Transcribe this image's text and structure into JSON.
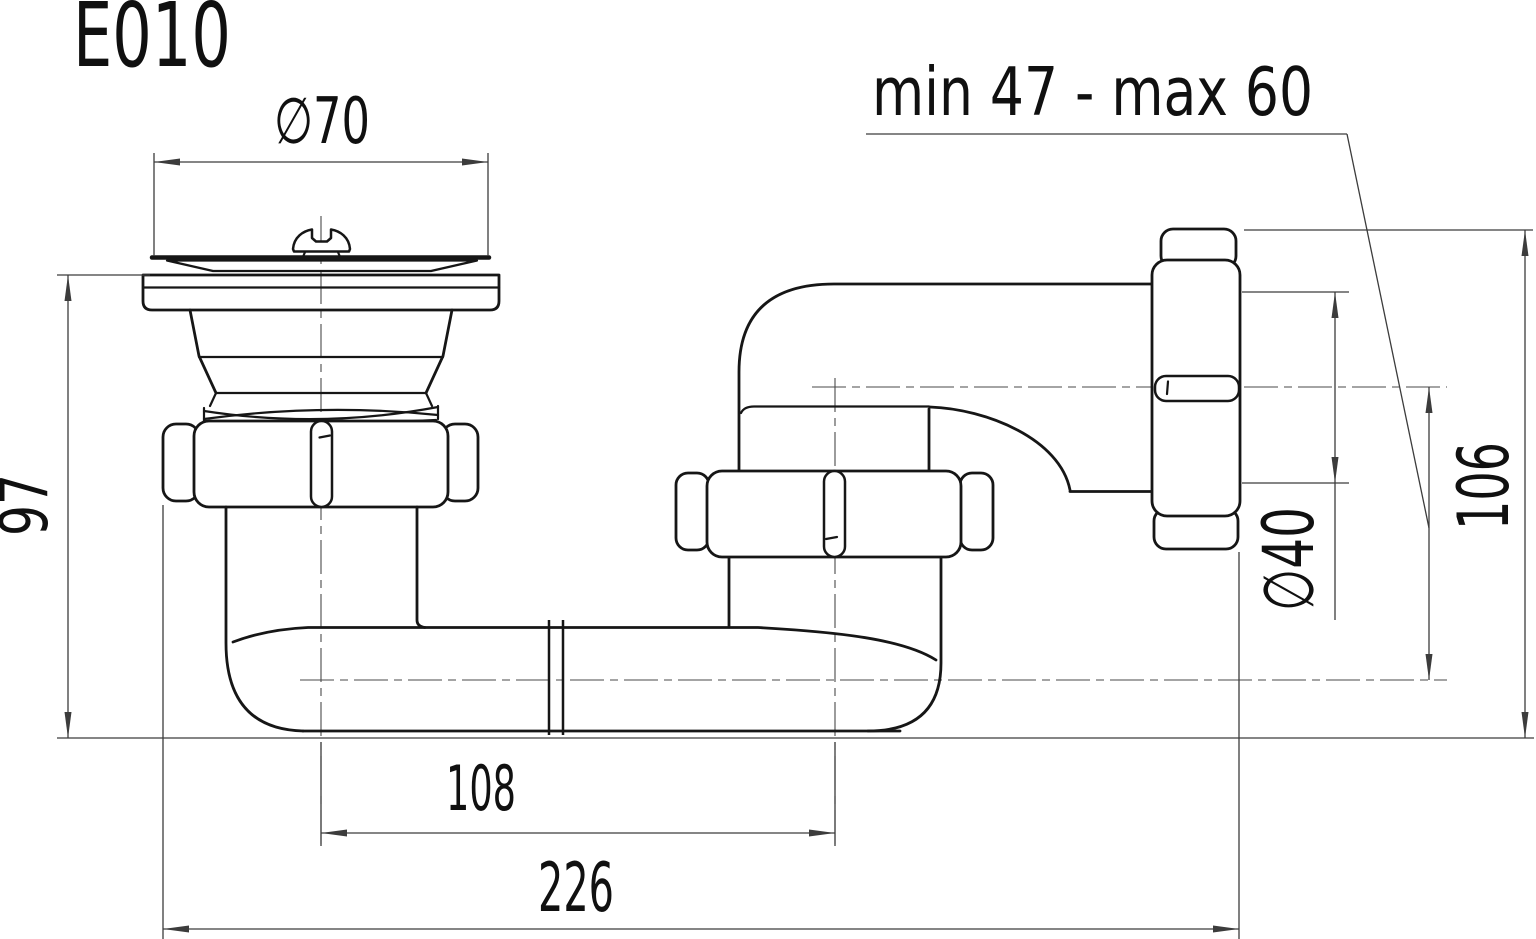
{
  "drawing": {
    "model_code": "E010",
    "dimensions": {
      "top_diameter": "∅70",
      "left_height": "97",
      "trap_center_distance": "108",
      "overall_length": "226",
      "outlet_height": "106",
      "outlet_pipe_diameter": "∅40",
      "wall_adjust_range": "min 47 - max 60"
    },
    "colors": {
      "line": "#161616",
      "dimension_line": "#3c3c3c",
      "background": "#ffffff"
    }
  }
}
